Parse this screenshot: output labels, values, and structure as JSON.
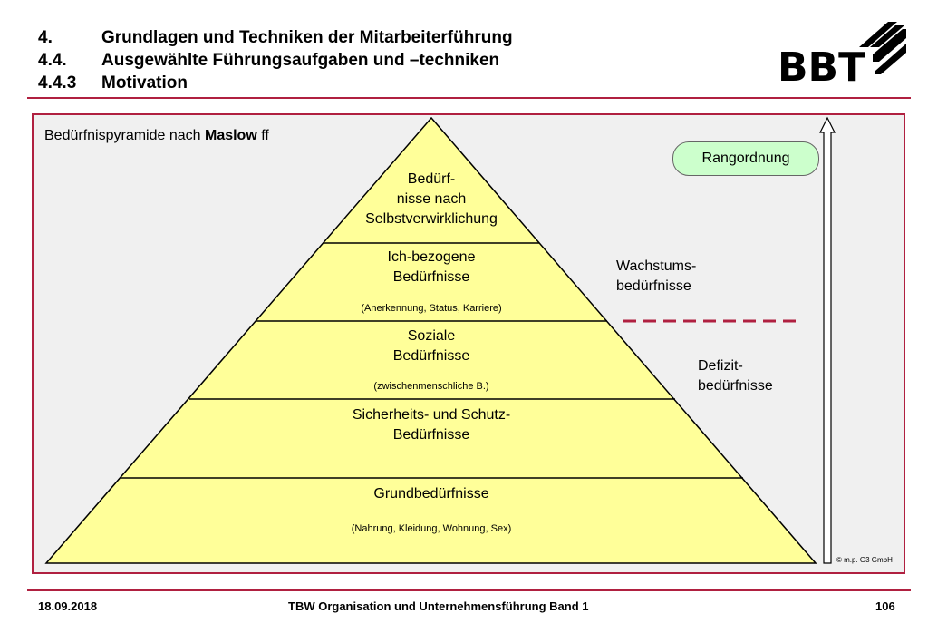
{
  "header": {
    "lines": [
      {
        "num": "4.",
        "text": "Grundlagen und Techniken der Mitarbeiterführung"
      },
      {
        "num": "4.4.",
        "text": "Ausgewählte Führungsaufgaben und –techniken"
      },
      {
        "num": "4.4.3",
        "text": "Motivation"
      }
    ]
  },
  "logo": {
    "text": "BBT"
  },
  "diagram": {
    "title_prefix": "Bedürfnispyramide nach ",
    "title_bold": "Maslow",
    "title_suffix": " ff",
    "levels": [
      {
        "lines": [
          "Bedürf-",
          "nisse nach",
          "Selbstverwirklichung"
        ],
        "note": ""
      },
      {
        "lines": [
          "Ich-bezogene",
          "Bedürfnisse"
        ],
        "note": "(Anerkennung, Status, Karriere)"
      },
      {
        "lines": [
          "Soziale",
          "Bedürfnisse"
        ],
        "note": "(zwischenmenschliche B.)"
      },
      {
        "lines": [
          "Sicherheits- und Schutz-",
          "Bedürfnisse"
        ],
        "note": ""
      },
      {
        "lines": [
          "Grundbedürfnisse"
        ],
        "note": "(Nahrung, Kleidung, Wohnung, Sex)"
      }
    ],
    "rank_label": "Rangordnung",
    "growth": [
      "Wachstums-",
      "bedürfnisse"
    ],
    "deficit": [
      "Defizit-",
      "bedürfnisse"
    ],
    "copyright": "© m.p. G3 GmbH",
    "colors": {
      "pyramid_fill": "#ffff99",
      "badge_fill": "#ccffcc",
      "accent": "#b02040",
      "dash": "#b02040"
    }
  },
  "footer": {
    "date": "18.09.2018",
    "title": "TBW Organisation und Unternehmensführung Band 1",
    "page": "106"
  }
}
